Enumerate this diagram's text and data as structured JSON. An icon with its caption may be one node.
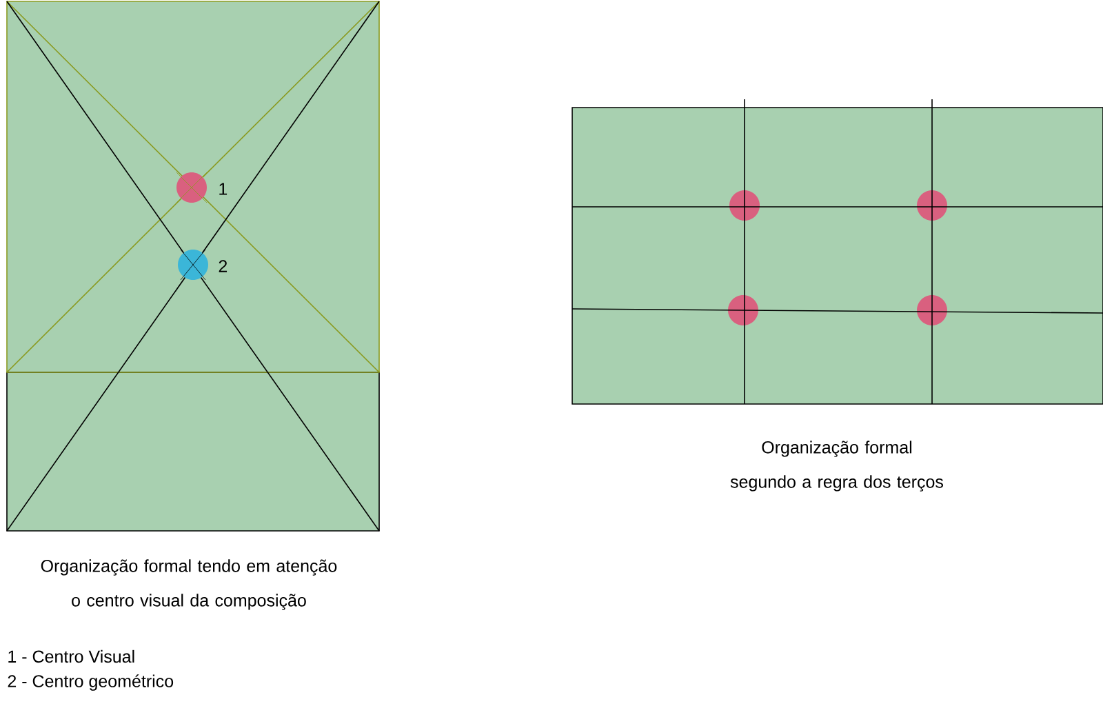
{
  "diagram": {
    "labels": [
      "1",
      "2",
      "Organização formal segundo a regra dos terços",
      "Organização formal tendo em atenção o centro visual da composição",
      "1 - Centro Visual",
      "2 - Centro geométrico"
    ]
  }
}
